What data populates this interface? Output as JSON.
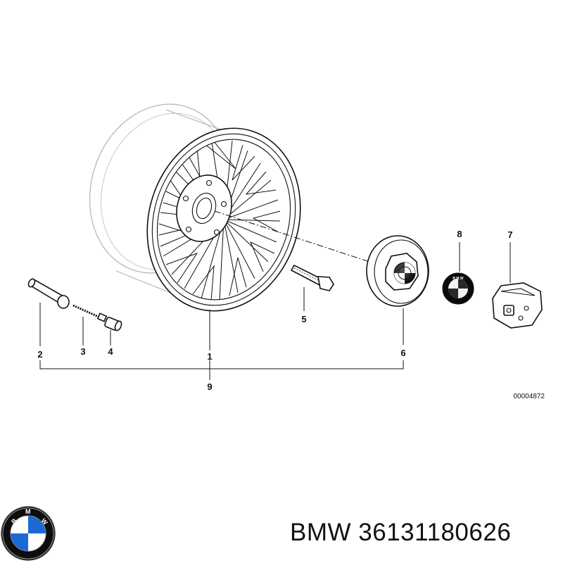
{
  "diagram": {
    "callouts": [
      "1",
      "2",
      "3",
      "4",
      "5",
      "6",
      "7",
      "8",
      "9"
    ],
    "reference_number": "00004872"
  },
  "brand": {
    "logo_icon": "bmw-roundel-icon",
    "logo_letters": "BMW",
    "colors": {
      "blue": "#1c69d4",
      "dark": "#111111"
    }
  },
  "caption": {
    "text": "BMW 36131180626"
  }
}
